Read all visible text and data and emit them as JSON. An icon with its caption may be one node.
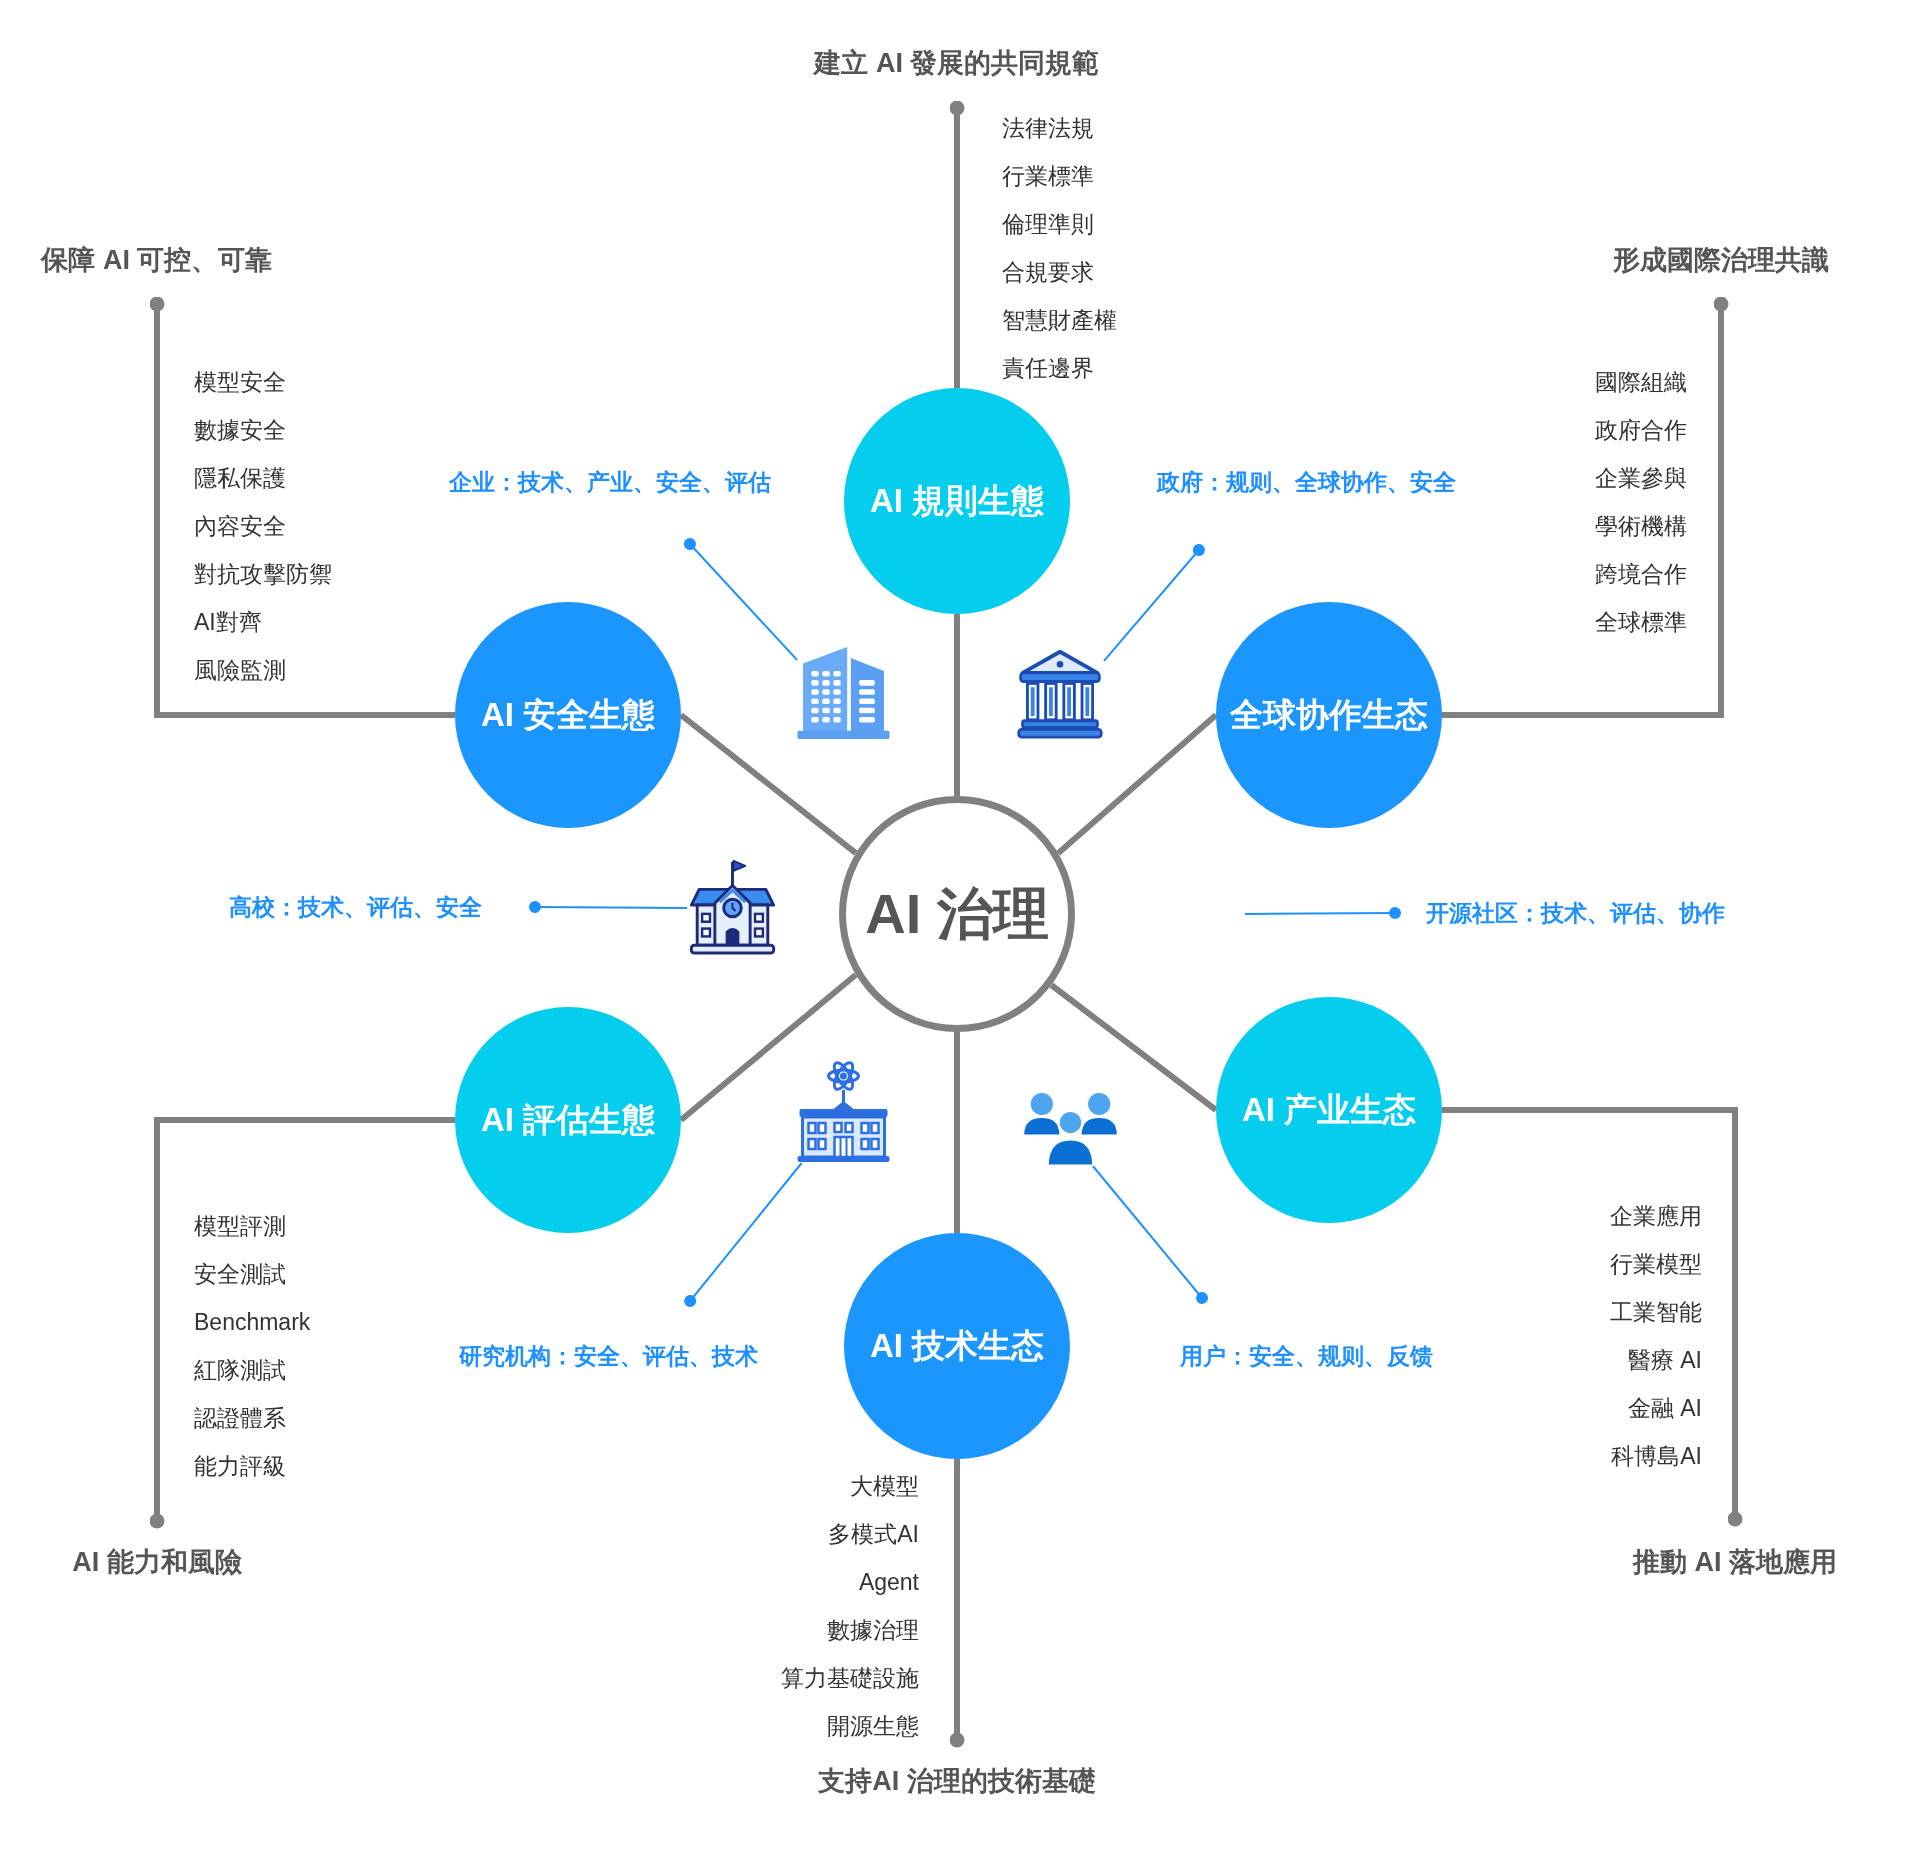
{
  "diagram": {
    "nodes": [
      {
        "text": [
          "建立 AI 發展的共同規範"
        ]
      },
      {
        "text": [
          "保障 AI 可控、可靠"
        ]
      },
      {
        "text": [
          "形成國際治理共識"
        ]
      },
      {
        "text": [
          "AI 規則生態"
        ],
        "beside": [
          "法律法規",
          "行業標準",
          "倫理準則",
          "合規要求",
          "智慧財產權",
          "責任邊界"
        ]
      },
      {
        "text": [
          "企业：技术、产业、安全、评估"
        ]
      },
      {
        "text": [
          "政府：规则、全球协作、安全"
        ]
      },
      {
        "text": [
          "AI 安全生態"
        ],
        "beside": [
          "模型安全",
          "數據安全",
          "隱私保護",
          "內容安全",
          "對抗攻擊防禦",
          "AI對齊",
          "風險監測"
        ]
      },
      {
        "text": [],
        "shape": "picture"
      },
      {
        "text": [],
        "shape": "picture"
      },
      {
        "text": [
          "全球协作生态"
        ],
        "beside": [
          "國際組織",
          "政府合作",
          "企業參與",
          "學術機構",
          "跨境合作",
          "全球標準"
        ]
      },
      {
        "text": [
          "高校：技术、评估、安全"
        ]
      },
      {
        "text": [],
        "shape": "picture"
      },
      {
        "text": [
          "AI 治理"
        ]
      },
      {
        "text": [
          "开源社区：技术、评估、协作"
        ]
      },
      {
        "text": [
          "AI 評估生態"
        ],
        "beside": [
          "模型評測",
          "安全測試",
          "Benchmark",
          "紅隊測試",
          "認證體系",
          "能力評級"
        ]
      },
      {
        "text": [],
        "shape": "picture"
      },
      {
        "text": [],
        "shape": "picture"
      },
      {
        "text": [
          "AI 产业生态"
        ],
        "beside": [
          "企業應用",
          "行業模型",
          "工業智能",
          "醫療 AI",
          "金融 AI",
          "科博島AI"
        ]
      },
      {
        "text": [
          "研究机构：安全、评估、技术"
        ]
      },
      {
        "text": [
          "用户：安全、规则、反馈"
        ]
      },
      {
        "text": [
          "AI 技术生态"
        ],
        "beside": [
          "大模型",
          "多模式AI",
          "Agent",
          "數據治理",
          "算力基礎設施",
          "開源生態"
        ]
      },
      {
        "text": [
          "AI 能力和風險"
        ]
      },
      {
        "text": [
          "推動 AI 落地應用"
        ]
      },
      {
        "text": [
          "支持AI 治理的技術基礎"
        ]
      }
    ],
    "edges": [
      {
        "from": 0,
        "to": 3,
        "arrow": "other"
      },
      {
        "from": 1,
        "to": 6,
        "arrow": "other"
      },
      {
        "from": 2,
        "to": 9,
        "arrow": "other"
      },
      {
        "from": 21,
        "to": 14,
        "arrow": "other"
      },
      {
        "from": 22,
        "to": 17,
        "arrow": "other"
      },
      {
        "from": 23,
        "to": 20,
        "arrow": "other"
      },
      {
        "from": 12,
        "to": 3,
        "arrow": "none"
      },
      {
        "from": 12,
        "to": 6,
        "arrow": "none"
      },
      {
        "from": 12,
        "to": 9,
        "arrow": "none"
      },
      {
        "from": 12,
        "to": 14,
        "arrow": "none"
      },
      {
        "from": 12,
        "to": 17,
        "arrow": "none"
      },
      {
        "from": 12,
        "to": 20,
        "arrow": "none"
      },
      {
        "from": 4,
        "to": 7,
        "arrow": "other",
        "color": "#1e90ff"
      },
      {
        "from": 5,
        "to": 8,
        "arrow": "other",
        "color": "#1e90ff"
      },
      {
        "from": 10,
        "to": 11,
        "arrow": "other",
        "color": "#1e90ff"
      },
      {
        "from": 13,
        "to": null,
        "arrow": "other",
        "color": "#1e90ff"
      },
      {
        "from": 18,
        "to": 15,
        "arrow": "other",
        "color": "#1e90ff"
      },
      {
        "from": 19,
        "to": 16,
        "arrow": "other",
        "color": "#1e90ff"
      }
    ]
  }
}
